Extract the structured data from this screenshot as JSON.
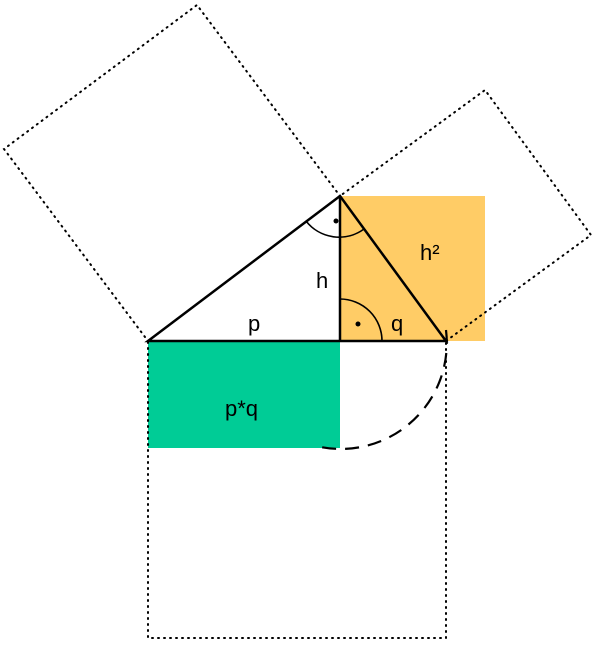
{
  "labels": {
    "h_squared": "h²",
    "h": "h",
    "p": "p",
    "q": "q",
    "p_times_q": "p*q"
  },
  "colors": {
    "h_square_fill": "#FFCC66",
    "pq_rect_fill": "#00CC96",
    "stroke": "#000000"
  }
}
